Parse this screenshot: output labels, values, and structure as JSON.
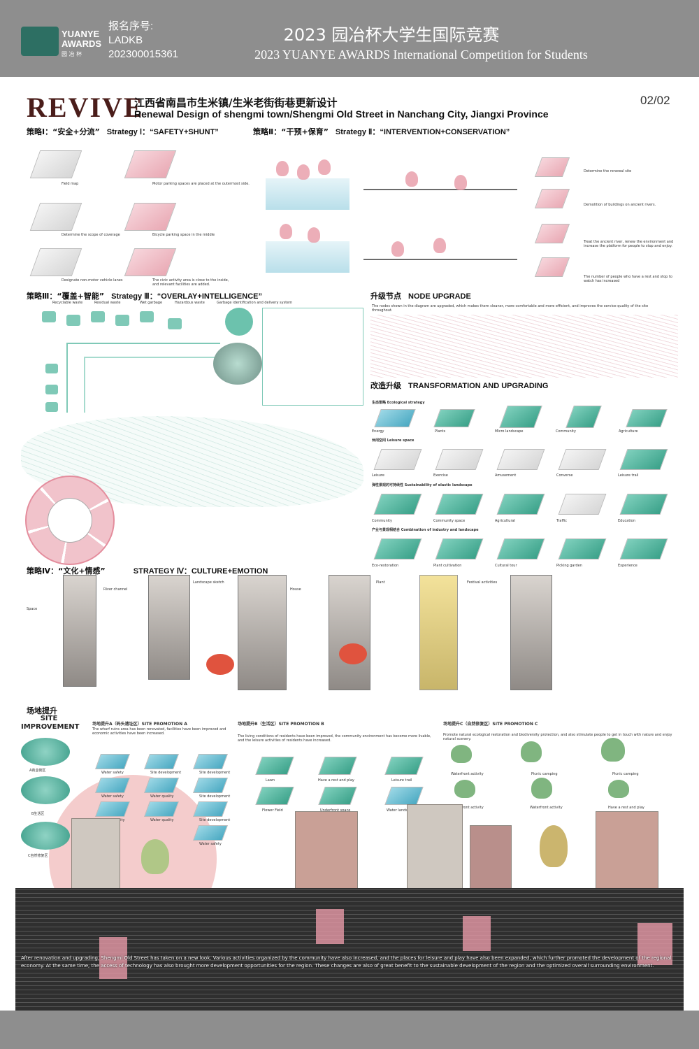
{
  "header": {
    "logo_brand": "YUANYE AWARDS",
    "logo_sub": "园 冶 杯",
    "reg_label": "报名序号:",
    "reg_code": "LADKB",
    "reg_number": "202300015361",
    "competition_cn": "2023 园冶杯大学生国际竞赛",
    "competition_en": "2023 YUANYE AWARDS International Competition for  Students"
  },
  "poster": {
    "main_title": "REVIVE",
    "title_cn": "江西省南昌市生米镇/生米老街街巷更新设计",
    "title_en": "Renewal Design of shengmi town/Shengmi Old Street in Nanchang City, Jiangxi Province",
    "page_number": "02/02"
  },
  "strategy1": {
    "title_cn": "策略Ⅰ：“安全+分流”",
    "title_en": "Strategy Ⅰ：“SAFETY+SHUNT”",
    "steps": [
      "Field map",
      "Motor parking spaces are placed at the outermost side.",
      "Determine the scope of coverage",
      "Bicycle parking space in the middle",
      "Designate non-motor vehicle lanes",
      "The civic activity area is close to the inside, and relevant facilities are added."
    ]
  },
  "strategy2": {
    "title_cn": "策略Ⅱ：“干预+保育”",
    "title_en": "Strategy Ⅱ：“INTERVENTION+CONSERVATION”",
    "steps": [
      "Determine the renewal site",
      "Demolition of buildings on ancient rivers.",
      "Treat the ancient river, renew the environment and increase the platform for people to stop and enjoy.",
      "The number of people who have a rest and stop to watch has increased"
    ]
  },
  "strategy3": {
    "title_cn": "策略Ⅲ：“覆盖+智能”",
    "title_en": "Strategy Ⅲ：“OVERLAY+INTELLIGENCE”",
    "legend": [
      "Recyclable waste",
      "Residual waste",
      "Wet garbage",
      "Hazardous waste",
      "Garbage identification and delivery system"
    ]
  },
  "node_upgrade": {
    "title_cn": "升级节点",
    "title_en": "NODE UPGRADE",
    "desc": "The nodes shown in the diagram are upgraded, which makes them cleaner, more comfortable and more efficient, and improves the service quality of the site throughout."
  },
  "transformation": {
    "title_cn": "改造升级",
    "title_en": "TRANSFORMATION AND UPGRADING",
    "ecological_title": "生态策略 Ecological strategy",
    "ecological": [
      "Energy",
      "Plants",
      "Micro landscape",
      "Community",
      "Agriculture"
    ],
    "leisure_title": "休闲空间 Leisure space",
    "leisure": [
      "Leisure",
      "Exercise",
      "Amusement",
      "Converse",
      "Leisure trail"
    ],
    "elastic_title": "弹性景观的可持续性 Sustainability of elastic landscape",
    "elastic": [
      "Community",
      "Community space",
      "Agricultural",
      "Traffic",
      "Education"
    ],
    "industry_title": "产业与景观相结合 Combination of industry and landscape",
    "industry": [
      "Eco-restoration",
      "Plant cultivation",
      "Cultural tour",
      "Picking garden",
      "Experience"
    ]
  },
  "strategy4": {
    "title_cn": "策略Ⅳ：“文化+情感”",
    "title_en": "STRATEGY Ⅳ：CULTURE+EMOTION",
    "panels": [
      "Space",
      "River channel",
      "Landscape sketch",
      "House",
      "Plant",
      "Festival activities"
    ]
  },
  "site_improvement": {
    "title_cn": "场地提升",
    "title_en": "SITE IMPROVEMENT",
    "zone_a_label": "A商业街区",
    "zone_b_label": "B生活区",
    "zone_c_label": "C自然修复区",
    "promo_a": "场地提升A（码头遗址区）SITE PROMOTION A",
    "promo_a_desc": "The wharf ruins area has been renovated, facilities have been improved and economic activities have been increased.",
    "promo_a_items": [
      "Water safety",
      "Site development",
      "Site development",
      "Water safety",
      "Water quality",
      "Site development",
      "Water quality",
      "Water quality",
      "Site development",
      "Water safety"
    ],
    "promo_b": "场地提升B（生活区）SITE PROMOTION B",
    "promo_b_desc": "The living conditions of residents have been improved, the community environment has become more livable, and the leisure activities of residents have increased.",
    "promo_b_items": [
      "Lawn",
      "Have a rest and play",
      "Leisure trail",
      "Flower Field",
      "Underfront space",
      "Water landscape"
    ],
    "promo_c": "场地提升C（自然修复区）SITE PROMOTION C",
    "promo_c_desc": "Promote natural ecological restoration and biodiversity protection, and also stimulate people to get in touch with nature and enjoy natural scenery.",
    "promo_c_items": [
      "Waterfront activity",
      "Picnic camping",
      "Picnic camping",
      "Waterfront activity",
      "Waterfront activity",
      "Have a rest and play"
    ]
  },
  "closing_text": "After renovation and upgrading, Shengmi Old Street has taken on a new look. Various activities organized by the community have also increased, and the places for leisure and play have also been expanded, which further promoted the development of the regional economy. At the same time, the access of technology has also brought more development opportunities for the region. These changes are also of great benefit to the sustainable development of the region and the optimized overall surrounding environment."
}
